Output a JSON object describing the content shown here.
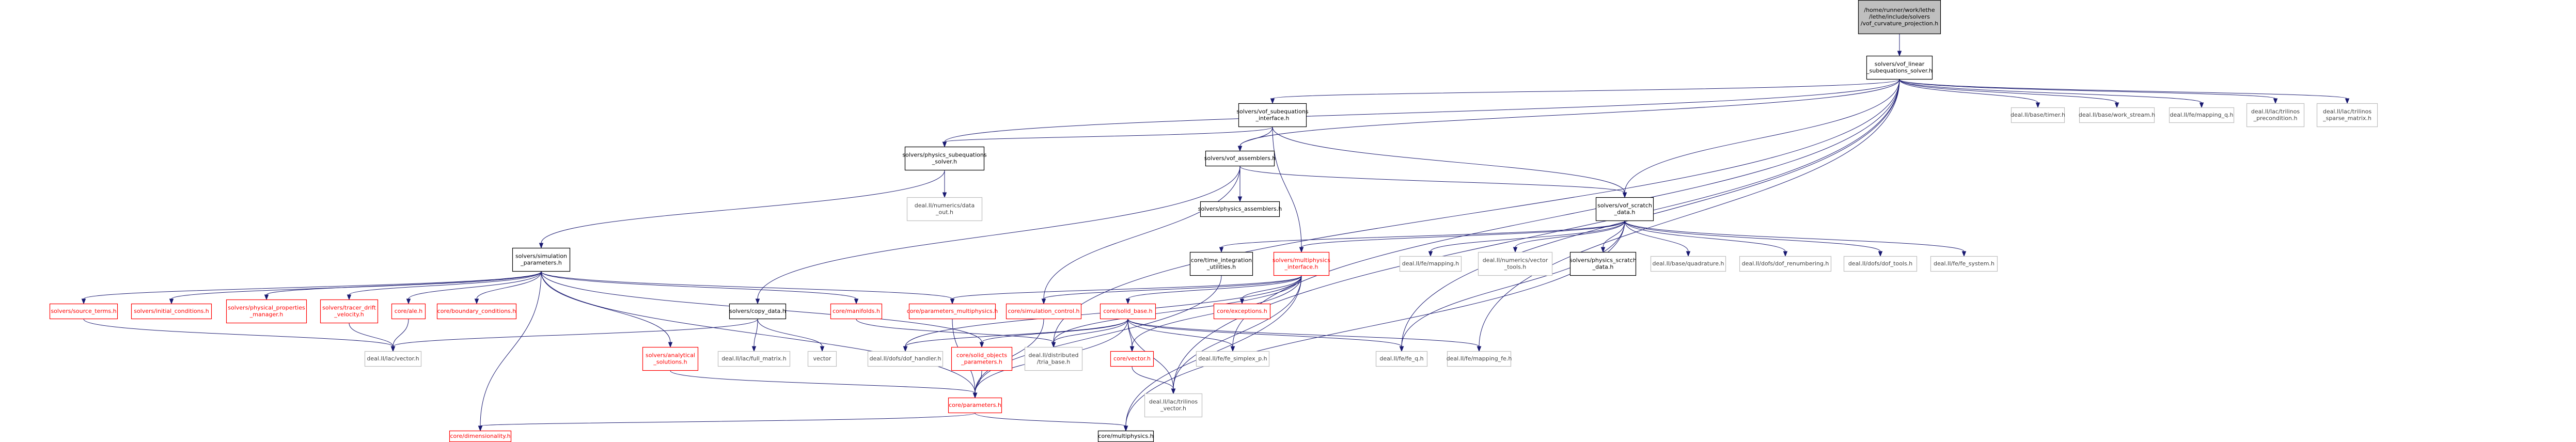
{
  "colors": {
    "edge": "#191970",
    "root_fill": "#bfbfbf",
    "node_fill": "#ffffff",
    "documented_border": "#000000",
    "external_border": "#bfbfbf",
    "missing_border": "#ff0000",
    "documented_text": "#000000",
    "external_text": "#404040",
    "missing_text": "#ff0000"
  },
  "nodes": [
    {
      "id": "root",
      "lines": [
        "/home/runner/work/lethe",
        "/lethe/include/solvers",
        "/vof_curvature_projection.h"
      ],
      "kind": "root"
    },
    {
      "id": "linear_sub",
      "lines": [
        "solvers/vof_linear",
        "_subequations_solver.h"
      ],
      "kind": "documented"
    },
    {
      "id": "vof_sub_if",
      "lines": [
        "solvers/vof_subequations",
        "_interface.h"
      ],
      "kind": "documented"
    },
    {
      "id": "timer",
      "lines": [
        "deal.II/base/timer.h"
      ],
      "kind": "external"
    },
    {
      "id": "work_stream",
      "lines": [
        "deal.II/base/work_stream.h"
      ],
      "kind": "external"
    },
    {
      "id": "mapping_q",
      "lines": [
        "deal.II/fe/mapping_q.h"
      ],
      "kind": "external"
    },
    {
      "id": "tril_precond",
      "lines": [
        "deal.II/lac/trilinos",
        "_precondition.h"
      ],
      "kind": "external"
    },
    {
      "id": "tril_sparse",
      "lines": [
        "deal.II/lac/trilinos",
        "_sparse_matrix.h"
      ],
      "kind": "external"
    },
    {
      "id": "phys_sub_solver",
      "lines": [
        "solvers/physics_subequations",
        "_solver.h"
      ],
      "kind": "documented"
    },
    {
      "id": "vof_assemblers",
      "lines": [
        "solvers/vof_assemblers.h"
      ],
      "kind": "documented"
    },
    {
      "id": "data_out",
      "lines": [
        "deal.II/numerics/data",
        "_out.h"
      ],
      "kind": "external"
    },
    {
      "id": "phys_assemblers",
      "lines": [
        "solvers/physics_assemblers.h"
      ],
      "kind": "documented"
    },
    {
      "id": "vof_scratch",
      "lines": [
        "solvers/vof_scratch",
        "_data.h"
      ],
      "kind": "documented"
    },
    {
      "id": "sim_params",
      "lines": [
        "solvers/simulation",
        "_parameters.h"
      ],
      "kind": "documented"
    },
    {
      "id": "time_integ",
      "lines": [
        "core/time_integration",
        "_utilities.h"
      ],
      "kind": "documented"
    },
    {
      "id": "multiphysics_if",
      "lines": [
        "solvers/multiphysics",
        "_interface.h"
      ],
      "kind": "missing"
    },
    {
      "id": "fe_mapping",
      "lines": [
        "deal.II/fe/mapping.h"
      ],
      "kind": "external"
    },
    {
      "id": "vector_tools",
      "lines": [
        "deal.II/numerics/vector",
        "_tools.h"
      ],
      "kind": "external"
    },
    {
      "id": "phys_scratch",
      "lines": [
        "solvers/physics_scratch",
        "_data.h"
      ],
      "kind": "documented"
    },
    {
      "id": "quadrature",
      "lines": [
        "deal.II/base/quadrature.h"
      ],
      "kind": "external"
    },
    {
      "id": "dof_renum",
      "lines": [
        "deal.II/dofs/dof_renumbering.h"
      ],
      "kind": "external"
    },
    {
      "id": "dof_tools",
      "lines": [
        "deal.II/dofs/dof_tools.h"
      ],
      "kind": "external"
    },
    {
      "id": "fe_system",
      "lines": [
        "deal.II/fe/fe_system.h"
      ],
      "kind": "external"
    },
    {
      "id": "source_terms",
      "lines": [
        "solvers/source_terms.h"
      ],
      "kind": "missing"
    },
    {
      "id": "initial_cond",
      "lines": [
        "solvers/initial_conditions.h"
      ],
      "kind": "missing"
    },
    {
      "id": "phys_props",
      "lines": [
        "solvers/physical_properties",
        "_manager.h"
      ],
      "kind": "missing"
    },
    {
      "id": "tracer_drift",
      "lines": [
        "solvers/tracer_drift",
        "_velocity.h"
      ],
      "kind": "missing"
    },
    {
      "id": "ale",
      "lines": [
        "core/ale.h"
      ],
      "kind": "missing"
    },
    {
      "id": "boundary_cond",
      "lines": [
        "core/boundary_conditions.h"
      ],
      "kind": "missing"
    },
    {
      "id": "copy_data",
      "lines": [
        "solvers/copy_data.h"
      ],
      "kind": "documented"
    },
    {
      "id": "manifolds",
      "lines": [
        "core/manifolds.h"
      ],
      "kind": "missing"
    },
    {
      "id": "params_multiphysics",
      "lines": [
        "core/parameters_multiphysics.h"
      ],
      "kind": "missing"
    },
    {
      "id": "sim_control",
      "lines": [
        "core/simulation_control.h"
      ],
      "kind": "missing"
    },
    {
      "id": "solid_base",
      "lines": [
        "core/solid_base.h"
      ],
      "kind": "missing"
    },
    {
      "id": "exceptions",
      "lines": [
        "core/exceptions.h"
      ],
      "kind": "missing"
    },
    {
      "id": "analytical",
      "lines": [
        "solvers/analytical",
        "_solutions.h"
      ],
      "kind": "missing"
    },
    {
      "id": "full_matrix",
      "lines": [
        "deal.II/lac/full_matrix.h"
      ],
      "kind": "external"
    },
    {
      "id": "std_vector",
      "lines": [
        "vector"
      ],
      "kind": "external"
    },
    {
      "id": "dof_handler",
      "lines": [
        "deal.II/dofs/dof_handler.h"
      ],
      "kind": "external"
    },
    {
      "id": "solid_objects",
      "lines": [
        "core/solid_objects",
        "_parameters.h"
      ],
      "kind": "missing"
    },
    {
      "id": "distributed_tria",
      "lines": [
        "deal.II/distributed",
        "/tria_base.h"
      ],
      "kind": "external"
    },
    {
      "id": "core_vector",
      "lines": [
        "core/vector.h"
      ],
      "kind": "missing"
    },
    {
      "id": "fe_simplex",
      "lines": [
        "deal.II/fe/fe_simplex_p.h"
      ],
      "kind": "external"
    },
    {
      "id": "fe_q",
      "lines": [
        "deal.II/fe/fe_q.h"
      ],
      "kind": "external"
    },
    {
      "id": "mapping_fe",
      "lines": [
        "deal.II/fe/mapping_fe.h"
      ],
      "kind": "external"
    },
    {
      "id": "lac_vector",
      "lines": [
        "deal.II/lac/vector.h"
      ],
      "kind": "external"
    },
    {
      "id": "core_params",
      "lines": [
        "core/parameters.h"
      ],
      "kind": "missing"
    },
    {
      "id": "tril_vector",
      "lines": [
        "deal.II/lac/trilinos",
        "_vector.h"
      ],
      "kind": "external"
    },
    {
      "id": "multiphysics",
      "lines": [
        "core/multiphysics.h"
      ],
      "kind": "documented"
    },
    {
      "id": "dimensionality",
      "lines": [
        "core/dimensionality.h"
      ],
      "kind": "missing"
    }
  ],
  "edges": [
    [
      "root",
      "linear_sub"
    ],
    [
      "linear_sub",
      "vof_sub_if"
    ],
    [
      "linear_sub",
      "timer"
    ],
    [
      "linear_sub",
      "work_stream"
    ],
    [
      "linear_sub",
      "mapping_q"
    ],
    [
      "linear_sub",
      "tril_precond"
    ],
    [
      "linear_sub",
      "tril_sparse"
    ],
    [
      "linear_sub",
      "phys_sub_solver"
    ],
    [
      "linear_sub",
      "vof_assemblers"
    ],
    [
      "linear_sub",
      "vof_scratch"
    ],
    [
      "linear_sub",
      "distributed_tria"
    ],
    [
      "linear_sub",
      "fe_simplex"
    ],
    [
      "linear_sub",
      "fe_q"
    ],
    [
      "linear_sub",
      "mapping_fe"
    ],
    [
      "linear_sub",
      "tril_vector"
    ],
    [
      "vof_sub_if",
      "phys_sub_solver"
    ],
    [
      "vof_sub_if",
      "vof_assemblers"
    ],
    [
      "vof_sub_if",
      "multiphysics_if"
    ],
    [
      "vof_sub_if",
      "vof_scratch"
    ],
    [
      "phys_sub_solver",
      "data_out"
    ],
    [
      "phys_sub_solver",
      "sim_params"
    ],
    [
      "vof_assemblers",
      "phys_assemblers"
    ],
    [
      "vof_assemblers",
      "vof_scratch"
    ],
    [
      "vof_assemblers",
      "copy_data"
    ],
    [
      "vof_assemblers",
      "sim_control"
    ],
    [
      "vof_scratch",
      "time_integ"
    ],
    [
      "vof_scratch",
      "multiphysics_if"
    ],
    [
      "vof_scratch",
      "fe_mapping"
    ],
    [
      "vof_scratch",
      "vector_tools"
    ],
    [
      "vof_scratch",
      "phys_scratch"
    ],
    [
      "vof_scratch",
      "quadrature"
    ],
    [
      "vof_scratch",
      "dof_renum"
    ],
    [
      "vof_scratch",
      "dof_tools"
    ],
    [
      "vof_scratch",
      "fe_system"
    ],
    [
      "vof_scratch",
      "fe_q"
    ],
    [
      "vof_scratch",
      "multiphysics"
    ],
    [
      "sim_params",
      "source_terms"
    ],
    [
      "sim_params",
      "initial_cond"
    ],
    [
      "sim_params",
      "phys_props"
    ],
    [
      "sim_params",
      "tracer_drift"
    ],
    [
      "sim_params",
      "ale"
    ],
    [
      "sim_params",
      "boundary_cond"
    ],
    [
      "sim_params",
      "manifolds"
    ],
    [
      "sim_params",
      "params_multiphysics"
    ],
    [
      "sim_params",
      "analytical"
    ],
    [
      "sim_params",
      "solid_objects"
    ],
    [
      "sim_params",
      "core_params"
    ],
    [
      "sim_params",
      "dimensionality"
    ],
    [
      "time_integ",
      "core_params"
    ],
    [
      "multiphysics_if",
      "params_multiphysics"
    ],
    [
      "multiphysics_if",
      "sim_control"
    ],
    [
      "multiphysics_if",
      "solid_base"
    ],
    [
      "multiphysics_if",
      "exceptions"
    ],
    [
      "multiphysics_if",
      "distributed_tria"
    ],
    [
      "multiphysics_if",
      "dof_handler"
    ],
    [
      "multiphysics_if",
      "core_vector"
    ],
    [
      "multiphysics_if",
      "tril_vector"
    ],
    [
      "multiphysics_if",
      "multiphysics"
    ],
    [
      "source_terms",
      "lac_vector"
    ],
    [
      "tracer_drift",
      "lac_vector"
    ],
    [
      "ale",
      "lac_vector"
    ],
    [
      "copy_data",
      "full_matrix"
    ],
    [
      "copy_data",
      "std_vector"
    ],
    [
      "copy_data",
      "lac_vector"
    ],
    [
      "manifolds",
      "distributed_tria"
    ],
    [
      "params_multiphysics",
      "core_params"
    ],
    [
      "sim_control",
      "core_params"
    ],
    [
      "solid_base",
      "solid_objects"
    ],
    [
      "solid_base",
      "core_vector"
    ],
    [
      "solid_base",
      "dof_handler"
    ],
    [
      "solid_base",
      "distributed_tria"
    ],
    [
      "solid_base",
      "fe_simplex"
    ],
    [
      "solid_base",
      "fe_q"
    ],
    [
      "solid_base",
      "mapping_fe"
    ],
    [
      "solid_base",
      "tril_vector"
    ],
    [
      "solid_base",
      "core_params"
    ],
    [
      "analytical",
      "core_params"
    ],
    [
      "solid_objects",
      "core_params"
    ],
    [
      "core_vector",
      "tril_vector"
    ],
    [
      "core_params",
      "dimensionality"
    ],
    [
      "core_params",
      "multiphysics"
    ]
  ]
}
